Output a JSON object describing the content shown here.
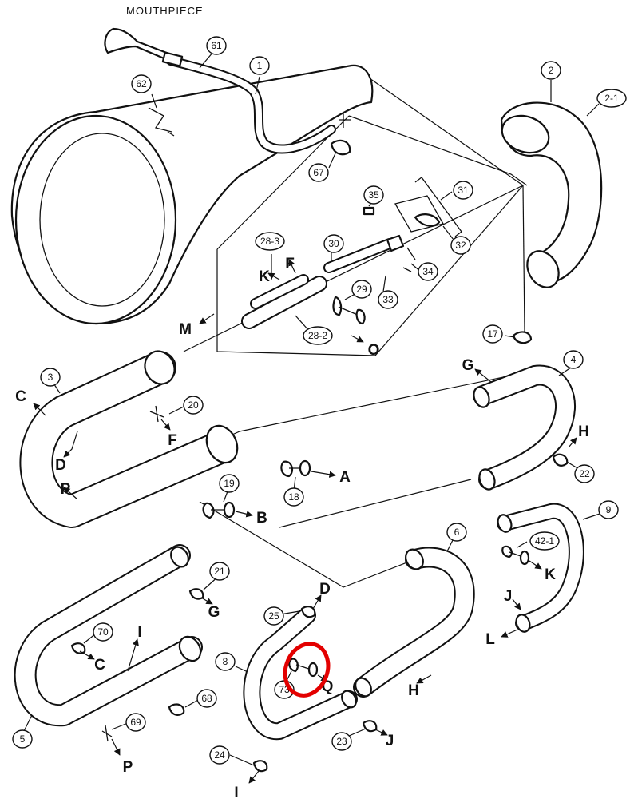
{
  "diagram": {
    "caption": "MOUTHPIECE",
    "part_numbers": [
      "1",
      "2",
      "2-1",
      "3",
      "4",
      "5",
      "6",
      "8",
      "9",
      "17",
      "18",
      "19",
      "20",
      "21",
      "22",
      "23",
      "24",
      "25",
      "28-2",
      "28-3",
      "29",
      "30",
      "31",
      "32",
      "33",
      "34",
      "35",
      "42-1",
      "61",
      "62",
      "67",
      "68",
      "69",
      "70",
      "73"
    ],
    "connection_letters": [
      "A",
      "B",
      "C",
      "D",
      "F",
      "G",
      "H",
      "I",
      "J",
      "K",
      "L",
      "M",
      "O",
      "P",
      "Q"
    ],
    "highlight_color": "#e30000",
    "line_color": "#111111"
  }
}
